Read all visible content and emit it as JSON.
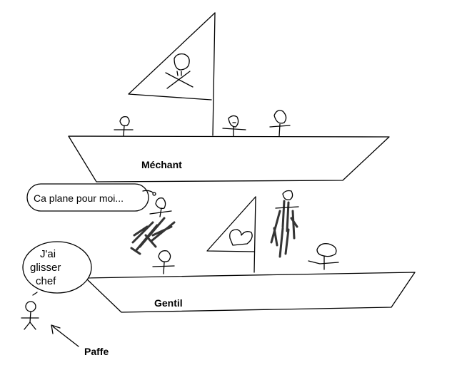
{
  "ships": {
    "top_name": "Méchant",
    "bottom_name": "Gentil"
  },
  "bubbles": {
    "top": "Ca plane pour moi...",
    "left_line1": "J'ai",
    "left_line2": "glisser",
    "left_line3": "chef"
  },
  "falling_label": "Paffe",
  "icons": {
    "top_flag": "skull-and-crossbones",
    "bottom_flag": "heart"
  }
}
